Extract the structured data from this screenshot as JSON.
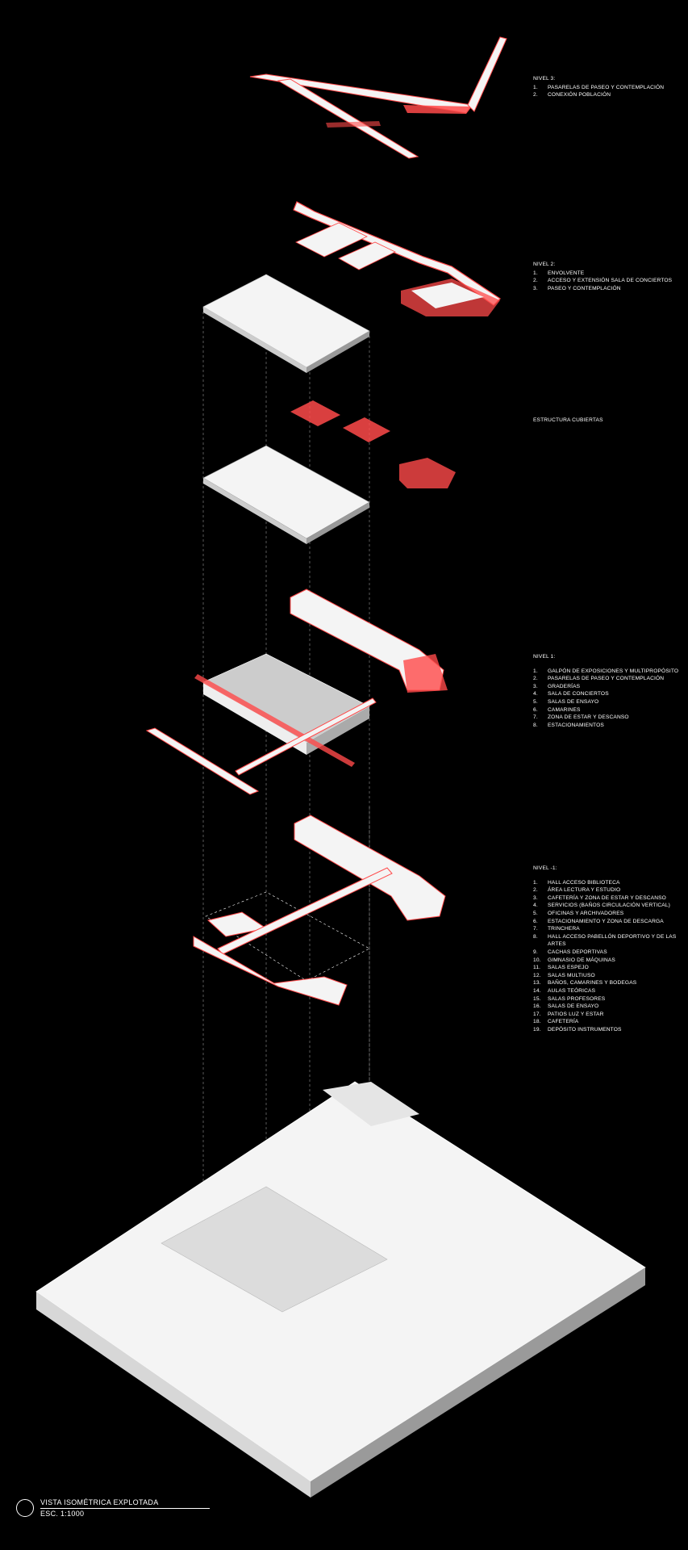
{
  "colors": {
    "background": "#000000",
    "accent": "#ff4a4a",
    "surface": "#f4f4f4",
    "line": "#ffffff"
  },
  "legends": [
    {
      "id": "nivel3",
      "heading": "NIVEL 3:",
      "items": [
        {
          "num": "1.",
          "text": "PASARELAS DE PASEO Y CONTEMPLACIÓN"
        },
        {
          "num": "2.",
          "text": "CONEXIÓN POBLACIÓN"
        }
      ]
    },
    {
      "id": "nivel2",
      "heading": "NIVEL 2:",
      "items": [
        {
          "num": "1.",
          "text": "ENVOLVENTE"
        },
        {
          "num": "2.",
          "text": "ACCESO Y EXTENSIÓN SALA DE CONCIERTOS"
        },
        {
          "num": "3.",
          "text": "PASEO Y CONTEMPLACIÓN"
        }
      ]
    },
    {
      "id": "estructura",
      "heading": "ESTRUCTURA CUBIERTAS",
      "items": []
    },
    {
      "id": "nivel1",
      "heading": "NIVEL 1:",
      "items": [
        {
          "num": "1.",
          "text": "GALPÓN DE EXPOSICIONES Y MULTIPROPÓSITO"
        },
        {
          "num": "2.",
          "text": "PASARELAS DE PASEO Y CONTEMPLACIÓN"
        },
        {
          "num": "3.",
          "text": "GRADERÍAS"
        },
        {
          "num": "4.",
          "text": "SALA DE CONCIERTOS"
        },
        {
          "num": "5.",
          "text": "SALAS DE ENSAYO"
        },
        {
          "num": "6.",
          "text": "CAMARINES"
        },
        {
          "num": "7.",
          "text": "ZONA DE ESTAR Y DESCANSO"
        },
        {
          "num": "8.",
          "text": "ESTACIONAMIENTOS"
        }
      ]
    },
    {
      "id": "nivelm1",
      "heading": "NIVEL -1:",
      "items": [
        {
          "num": "1.",
          "text": "HALL ACCESO BIBLIOTECA"
        },
        {
          "num": "2.",
          "text": "ÁREA LECTURA Y ESTUDIO"
        },
        {
          "num": "3.",
          "text": "CAFETERÍA Y ZONA DE ESTAR Y DESCANSO"
        },
        {
          "num": "4.",
          "text": "SERVICIOS (BAÑOS CIRCULACIÓN VERTICAL)"
        },
        {
          "num": "5.",
          "text": "OFICINAS Y ARCHIVADORES"
        },
        {
          "num": "6.",
          "text": "ESTACIONAMIENTO Y ZONA DE DESCARGA"
        },
        {
          "num": "7.",
          "text": "TRINCHERA"
        },
        {
          "num": "8.",
          "text": "HALL ACCESO PABELLÓN DEPORTIVO Y DE LAS ARTES"
        },
        {
          "num": "9.",
          "text": "CACHAS DEPORTIVAS"
        },
        {
          "num": "10.",
          "text": "GIMNASIO DE MÁQUINAS"
        },
        {
          "num": "11.",
          "text": "SALAS ESPEJO"
        },
        {
          "num": "12.",
          "text": "SALAS MULTIUSO"
        },
        {
          "num": "13.",
          "text": "BAÑOS, CAMARINES Y BODEGAS"
        },
        {
          "num": "14.",
          "text": "AULAS TEÓRICAS"
        },
        {
          "num": "15.",
          "text": "SALAS PROFESORES"
        },
        {
          "num": "16.",
          "text": "SALAS DE ENSAYO"
        },
        {
          "num": "17.",
          "text": "PATIOS LUZ Y ESTAR"
        },
        {
          "num": "18.",
          "text": "CAFETERÍA"
        },
        {
          "num": "19.",
          "text": "DEPÓSITO INSTRUMENTOS"
        }
      ]
    }
  ],
  "title_block": {
    "title": "VISTA ISOMÉTRICA EXPLOTADA",
    "scale": "ESC. 1:1000"
  }
}
